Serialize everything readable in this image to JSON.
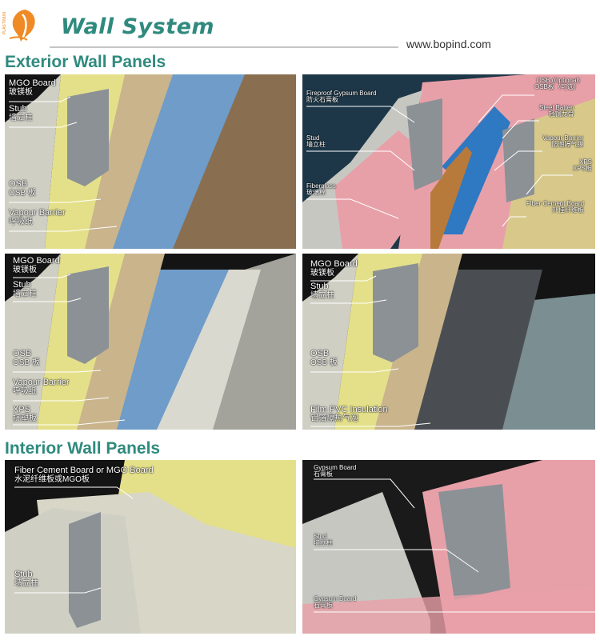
{
  "header": {
    "brand_title": "Wall System",
    "logo_text": "PLASTINUN",
    "url": "www.bopind.com"
  },
  "sections": {
    "exterior_title": "Exterior Wall Panels",
    "interior_title": "Interior Wall Panels"
  },
  "panels": {
    "ext1": {
      "labels": [
        {
          "en": "MGO Board",
          "zh": "玻镁板"
        },
        {
          "en": "Stub",
          "zh": "墙立柱"
        },
        {
          "en": "OSB",
          "zh": "OSB 板"
        },
        {
          "en": "Vapour Barrier",
          "zh": "呼吸纸"
        }
      ]
    },
    "ext2": {
      "labels": [
        {
          "en": "Fireproof Gypsum Board",
          "zh": "防火石膏板"
        },
        {
          "en": "Stud",
          "zh": "墙立柱"
        },
        {
          "en": "Fiberglass",
          "zh": "玻璃棉"
        },
        {
          "en": "OSB (Optional)",
          "zh": "OSB板（可选）"
        },
        {
          "en": "Steel Batten",
          "zh": "轻钢龙骨"
        },
        {
          "en": "Vapour Barrier",
          "zh": "防潮隔气膜"
        },
        {
          "en": "XPS",
          "zh": "XPS板"
        },
        {
          "en": "Fiber Cement Board",
          "zh": "外挂纤维板"
        }
      ]
    },
    "ext3": {
      "labels": [
        {
          "en": "MGO Board",
          "zh": "玻镁板"
        },
        {
          "en": "Stub",
          "zh": "墙立柱"
        },
        {
          "en": "OSB",
          "zh": "OSB 板"
        },
        {
          "en": "Vapour Barrier",
          "zh": "呼吸纸"
        },
        {
          "en": "XPS",
          "zh": "挤塑板"
        }
      ]
    },
    "ext4": {
      "labels": [
        {
          "en": "MGO Board",
          "zh": "玻镁板"
        },
        {
          "en": "Stub",
          "zh": "墙立柱"
        },
        {
          "en": "OSB",
          "zh": "OSB 板"
        },
        {
          "en": "Film PVC Insulation",
          "zh": "铝箔隔热气泡"
        }
      ]
    },
    "int1": {
      "labels": [
        {
          "en": "Fiber Cement Board or MGO Board",
          "zh": "水泥纤维板或MGO板"
        },
        {
          "en": "Stub",
          "zh": "墙立柱"
        }
      ]
    },
    "int2": {
      "labels": [
        {
          "en": "Gypsum Board",
          "zh": "石膏板"
        },
        {
          "en": "Stud",
          "zh": "墙立柱"
        },
        {
          "en": "Gypsum Board",
          "zh": "石膏板"
        }
      ]
    }
  },
  "colors": {
    "brand_teal": "#2f8a7e",
    "logo_orange": "#f08a24",
    "insulation_yellow": "#e4e08a",
    "vapour_blue": "#6f9cc8",
    "osb_tan": "#c9b48c",
    "fiberglass_pink": "#e8a0a8",
    "steel_gray": "#8c9196"
  }
}
